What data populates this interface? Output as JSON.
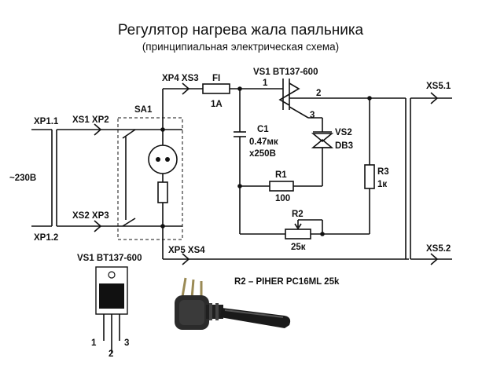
{
  "title": "Регулятор нагрева жала паяльника",
  "subtitle": "(принципиальная электрическая схема)",
  "labels": {
    "xp1_1": "XP1.1",
    "xp1_2": "XP1.2",
    "xs1_xp2": "XS1 XP2",
    "xs2_xp3": "XS2 XP3",
    "mains": "~230В",
    "sa1": "SA1",
    "xp4_xs3": "XP4 XS3",
    "fuse": "FI",
    "fuse_rating": "1A",
    "xp5_xs4": "XP5 XS4",
    "vs1": "VS1 BT137-600",
    "pin1": "1",
    "pin2": "2",
    "pin3": "3",
    "c1": "C1",
    "c1_val": "0.47мк",
    "c1_volt": "x250В",
    "vs2": "VS2",
    "vs2_type": "DB3",
    "r1": "R1",
    "r1_val": "100",
    "r2": "R2",
    "r2_val": "25к",
    "r3": "R3",
    "r3_val": "1к",
    "xs5_1": "XS5.1",
    "xs5_2": "XS5.2",
    "pkg_title": "VS1 BT137-600",
    "pkg_pin1": "1",
    "pkg_pin2": "2",
    "pkg_pin3": "3",
    "pot_caption": "R2 – PIHER   PC16ML 25k"
  },
  "icons": {
    "triac_package": "to220-package-icon",
    "potentiometer": "potentiometer-icon",
    "lamp": "neon-lamp-icon"
  }
}
